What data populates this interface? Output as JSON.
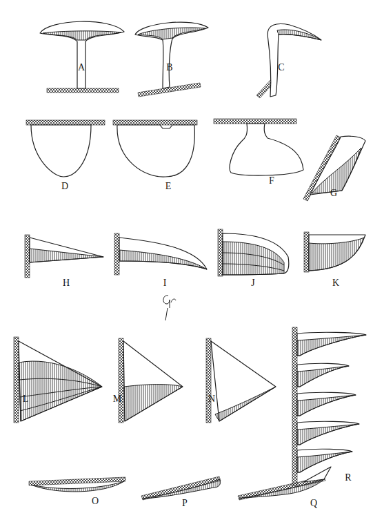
{
  "diagram": {
    "labels": [
      "A",
      "B",
      "C",
      "D",
      "E",
      "F",
      "G",
      "H",
      "I",
      "J",
      "K",
      "L",
      "M",
      "N",
      "O",
      "P",
      "Q",
      "R"
    ]
  }
}
